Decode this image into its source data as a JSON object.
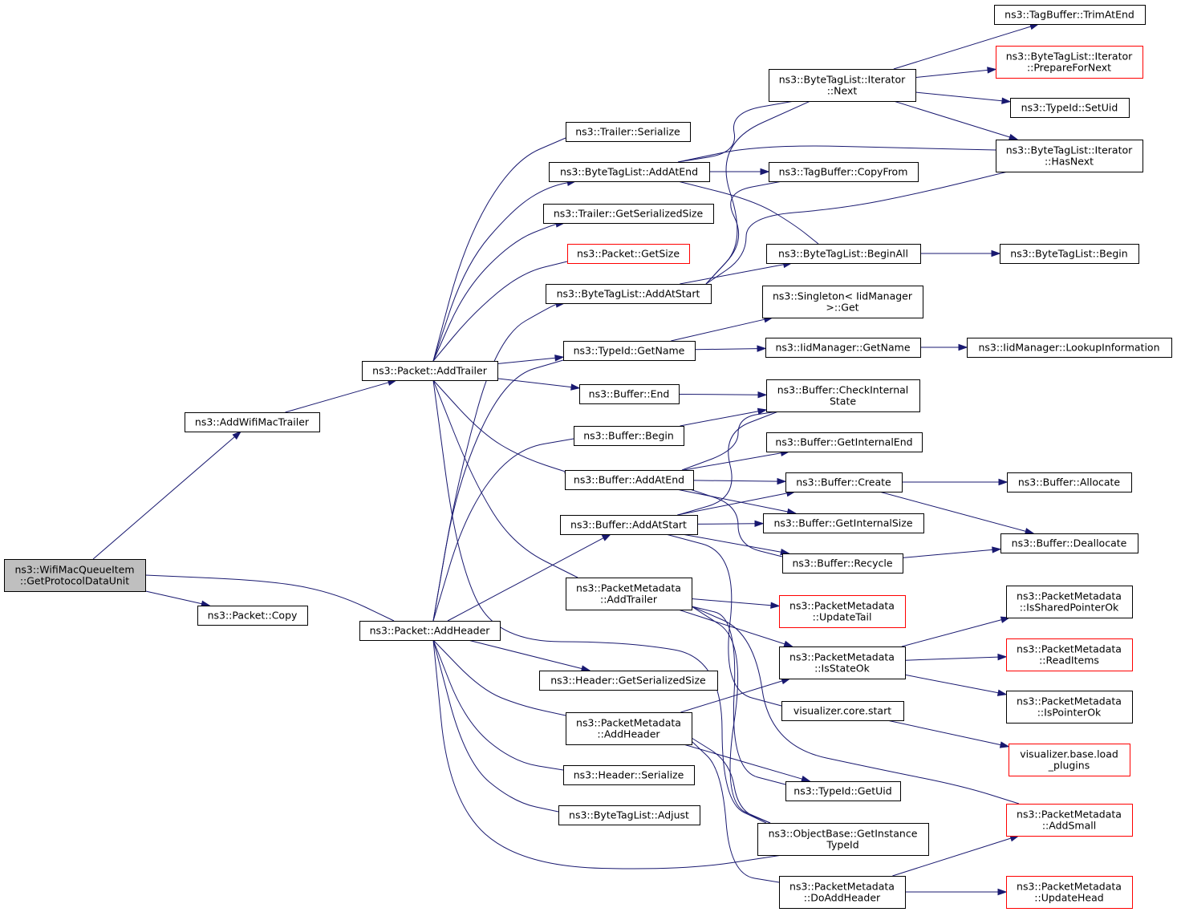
{
  "graph": {
    "nodes": [
      {
        "id": "root",
        "lines": [
          "ns3::WifiMacQueueItem",
          "::GetProtocolDataUnit"
        ],
        "root": true
      },
      {
        "id": "addWifiMacTrailer",
        "lines": [
          "ns3::AddWifiMacTrailer"
        ]
      },
      {
        "id": "packetCopy",
        "lines": [
          "ns3::Packet::Copy"
        ]
      },
      {
        "id": "addTrailer",
        "lines": [
          "ns3::Packet::AddTrailer"
        ]
      },
      {
        "id": "addHeader",
        "lines": [
          "ns3::Packet::AddHeader"
        ]
      },
      {
        "id": "trailerSerialize",
        "lines": [
          "ns3::Trailer::Serialize"
        ]
      },
      {
        "id": "btlAddAtEnd",
        "lines": [
          "ns3::ByteTagList::AddAtEnd"
        ]
      },
      {
        "id": "trailerGetSerializedSize",
        "lines": [
          "ns3::Trailer::GetSerializedSize"
        ]
      },
      {
        "id": "packetGetSize",
        "lines": [
          "ns3::Packet::GetSize"
        ],
        "red": true
      },
      {
        "id": "btlAddAtStart",
        "lines": [
          "ns3::ByteTagList::AddAtStart"
        ]
      },
      {
        "id": "typeIdGetName",
        "lines": [
          "ns3::TypeId::GetName"
        ]
      },
      {
        "id": "bufferEnd",
        "lines": [
          "ns3::Buffer::End"
        ]
      },
      {
        "id": "bufferBegin",
        "lines": [
          "ns3::Buffer::Begin"
        ]
      },
      {
        "id": "bufferAddAtEnd",
        "lines": [
          "ns3::Buffer::AddAtEnd"
        ]
      },
      {
        "id": "bufferAddAtStart",
        "lines": [
          "ns3::Buffer::AddAtStart"
        ]
      },
      {
        "id": "pmAddTrailer",
        "lines": [
          "ns3::PacketMetadata",
          "::AddTrailer"
        ]
      },
      {
        "id": "headerGetSerializedSize",
        "lines": [
          "ns3::Header::GetSerializedSize"
        ]
      },
      {
        "id": "pmAddHeader",
        "lines": [
          "ns3::PacketMetadata",
          "::AddHeader"
        ]
      },
      {
        "id": "headerSerialize",
        "lines": [
          "ns3::Header::Serialize"
        ]
      },
      {
        "id": "btlAdjust",
        "lines": [
          "ns3::ByteTagList::Adjust"
        ]
      },
      {
        "id": "btliNext",
        "lines": [
          "ns3::ByteTagList::Iterator",
          "::Next"
        ]
      },
      {
        "id": "tagBufferCopyFrom",
        "lines": [
          "ns3::TagBuffer::CopyFrom"
        ]
      },
      {
        "id": "btlBeginAll",
        "lines": [
          "ns3::ByteTagList::BeginAll"
        ]
      },
      {
        "id": "singletonGet",
        "lines": [
          "ns3::Singleton< IidManager",
          ">::Get"
        ]
      },
      {
        "id": "iidGetName",
        "lines": [
          "ns3::IidManager::GetName"
        ]
      },
      {
        "id": "bufferCheckInternalState",
        "lines": [
          "ns3::Buffer::CheckInternal",
          "State"
        ]
      },
      {
        "id": "bufferGetInternalEnd",
        "lines": [
          "ns3::Buffer::GetInternalEnd"
        ]
      },
      {
        "id": "bufferCreate",
        "lines": [
          "ns3::Buffer::Create"
        ]
      },
      {
        "id": "bufferGetInternalSize",
        "lines": [
          "ns3::Buffer::GetInternalSize"
        ]
      },
      {
        "id": "bufferRecycle",
        "lines": [
          "ns3::Buffer::Recycle"
        ]
      },
      {
        "id": "pmUpdateTail",
        "lines": [
          "ns3::PacketMetadata",
          "::UpdateTail"
        ],
        "red": true
      },
      {
        "id": "pmIsStateOk",
        "lines": [
          "ns3::PacketMetadata",
          "::IsStateOk"
        ]
      },
      {
        "id": "vizCoreStart",
        "lines": [
          "visualizer.core.start"
        ]
      },
      {
        "id": "typeIdGetUid",
        "lines": [
          "ns3::TypeId::GetUid"
        ]
      },
      {
        "id": "objGetInstanceTypeId",
        "lines": [
          "ns3::ObjectBase::GetInstance",
          "TypeId"
        ]
      },
      {
        "id": "pmDoAddHeader",
        "lines": [
          "ns3::PacketMetadata",
          "::DoAddHeader"
        ]
      },
      {
        "id": "tagBufferTrimAtEnd",
        "lines": [
          "ns3::TagBuffer::TrimAtEnd"
        ]
      },
      {
        "id": "btliPrepareForNext",
        "lines": [
          "ns3::ByteTagList::Iterator",
          "::PrepareForNext"
        ],
        "red": true
      },
      {
        "id": "typeIdSetUid",
        "lines": [
          "ns3::TypeId::SetUid"
        ]
      },
      {
        "id": "btliHasNext",
        "lines": [
          "ns3::ByteTagList::Iterator",
          "::HasNext"
        ]
      },
      {
        "id": "btlBegin",
        "lines": [
          "ns3::ByteTagList::Begin"
        ]
      },
      {
        "id": "iidLookupInformation",
        "lines": [
          "ns3::IidManager::LookupInformation"
        ]
      },
      {
        "id": "bufferAllocate",
        "lines": [
          "ns3::Buffer::Allocate"
        ]
      },
      {
        "id": "bufferDeallocate",
        "lines": [
          "ns3::Buffer::Deallocate"
        ]
      },
      {
        "id": "pmIsSharedPointerOk",
        "lines": [
          "ns3::PacketMetadata",
          "::IsSharedPointerOk"
        ]
      },
      {
        "id": "pmReadItems",
        "lines": [
          "ns3::PacketMetadata",
          "::ReadItems"
        ],
        "red": true
      },
      {
        "id": "pmIsPointerOk",
        "lines": [
          "ns3::PacketMetadata",
          "::IsPointerOk"
        ]
      },
      {
        "id": "vizBaseLoadPlugins",
        "lines": [
          "visualizer.base.load",
          "_plugins"
        ],
        "red": true
      },
      {
        "id": "pmAddSmall",
        "lines": [
          "ns3::PacketMetadata",
          "::AddSmall"
        ],
        "red": true
      },
      {
        "id": "pmUpdateHead",
        "lines": [
          "ns3::PacketMetadata",
          "::UpdateHead"
        ],
        "red": true
      }
    ]
  }
}
